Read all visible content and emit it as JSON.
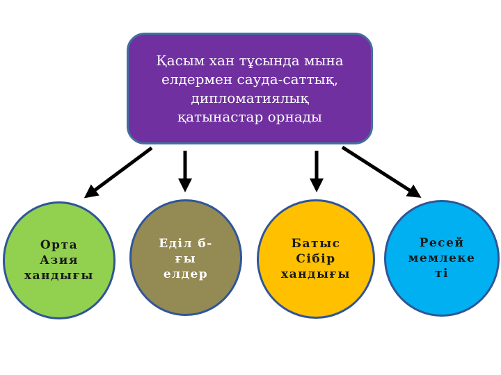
{
  "diagram": {
    "title_lines": [
      "Қасым хан тұсында мына",
      "елдермен сауда-саттық,",
      "дипломатиялық",
      "қатынастар орнады"
    ],
    "nodes": [
      {
        "lines": [
          "Орта",
          "Азия",
          "хандығы"
        ],
        "fill": "#92d050"
      },
      {
        "lines": [
          "Еділ б-",
          "ғы",
          "елдер"
        ],
        "fill": "#948a54"
      },
      {
        "lines": [
          "Батыс",
          "Сібір",
          "хандығы"
        ],
        "fill": "#ffc000"
      },
      {
        "lines": [
          "Ресей",
          "мемлеке",
          "ті"
        ],
        "fill": "#00b0f0"
      }
    ],
    "colors": {
      "title_box": "#7030a0",
      "border": "#2f5597",
      "arrow": "#000000"
    }
  }
}
